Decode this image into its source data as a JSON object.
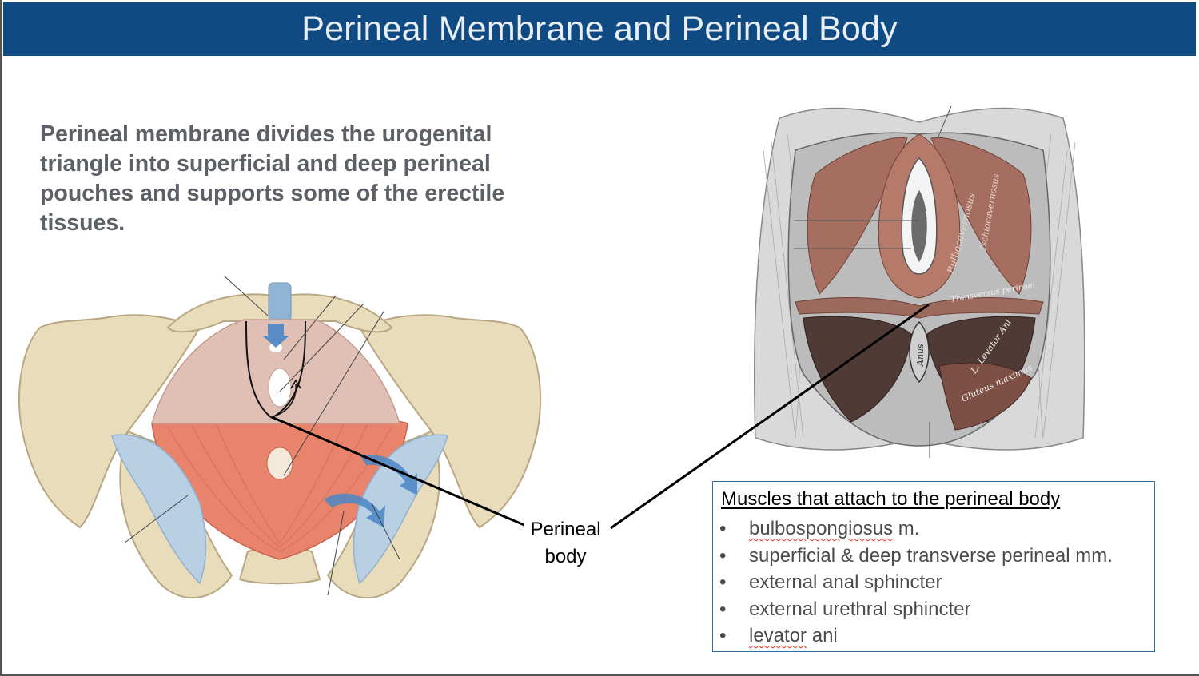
{
  "slide": {
    "title": "Perineal Membrane and Perineal Body",
    "intro_text": "Perineal membrane divides the urogenital triangle into superficial and deep perineal pouches and supports some of the erectile tissues.",
    "callout_label_line1": "Perineal",
    "callout_label_line2": "body",
    "muscle_box": {
      "heading": "Muscles that attach to the perineal body",
      "bullet": "•",
      "items": [
        {
          "squiggle": "bulbospongiosus",
          "rest": " m."
        },
        {
          "squiggle": "",
          "rest": "superficial & deep transverse perineal mm."
        },
        {
          "squiggle": "",
          "rest": "external anal sphincter"
        },
        {
          "squiggle": "",
          "rest": "external urethral sphincter"
        },
        {
          "squiggle": "levator",
          "rest": " ani"
        }
      ]
    },
    "figure_labels": {
      "bulbocavernosus": "Bulbocavernosus",
      "ischiocavernosus": "Ischiocavernosus",
      "transversus": "Transversus perinaei",
      "anus": "Anus",
      "levator": "L. Levator Ani",
      "gluteus": "Gluteus maximus"
    }
  },
  "colors": {
    "title_bar": "#0f4a82",
    "title_text": "#e9eef5",
    "intro_text": "#5d6066",
    "box_border": "#2f6da6",
    "bone": "#e8dcbb",
    "membrane": "#e0bfb4",
    "muscle": "#e8846c",
    "ligament": "#b9cfe4",
    "arrow": "#4a86c5",
    "grey_muscle": "#a56e60"
  }
}
